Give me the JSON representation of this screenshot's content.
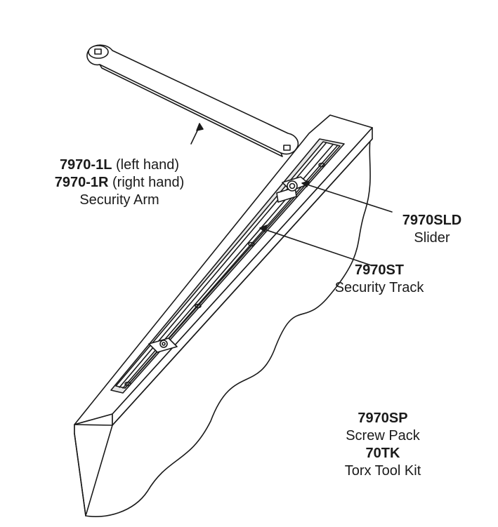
{
  "callouts": {
    "arm": {
      "left_code": "7970-1L",
      "left_desc": " (left hand)",
      "right_code": "7970-1R",
      "right_desc": " (right hand)",
      "name": "Security Arm"
    },
    "slider": {
      "code": "7970SLD",
      "name": "Slider"
    },
    "track": {
      "code": "7970ST",
      "name": "Security Track"
    },
    "screw_pack": {
      "code": "7970SP",
      "name": "Screw Pack"
    },
    "tool_kit": {
      "code": "70TK",
      "name": "Torx Tool Kit"
    }
  },
  "colors": {
    "line": "#1a1a1a",
    "fill": "#ffffff",
    "track_shade": "#e6e6e6"
  }
}
